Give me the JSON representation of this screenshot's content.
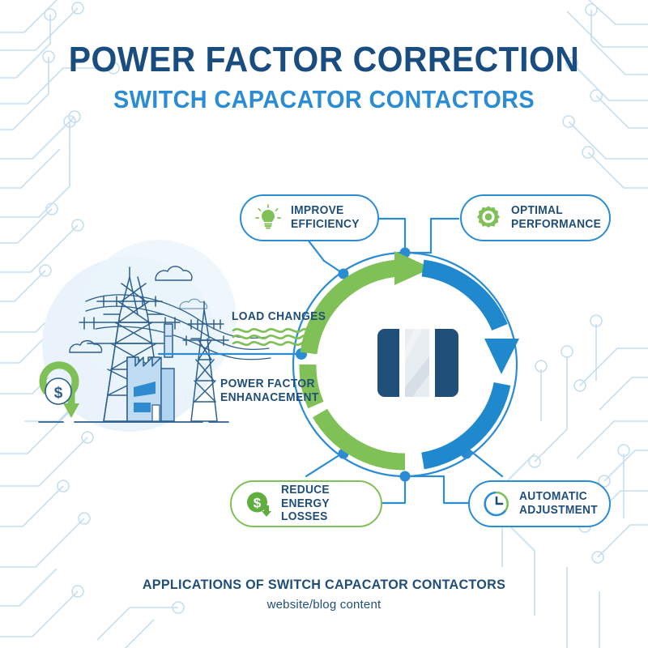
{
  "header": {
    "title": "POWER FACTOR CORRECTION",
    "subtitle": "SWITCH CAPACATOR CONTACTORS"
  },
  "callouts": [
    {
      "id": "improve-efficiency",
      "label": "IMPROVE\nEFFICIENCY",
      "icon": "lightbulb-icon",
      "border_color": "#2B8CD4",
      "icon_color": "#7FC057",
      "position": "top-left"
    },
    {
      "id": "optimal-performance",
      "label": "OPTIMAL\nPERFORMANCE",
      "icon": "gear-icon",
      "border_color": "#2B8CD4",
      "icon_color": "#7FC057",
      "position": "top-right"
    },
    {
      "id": "reduce-energy-losses",
      "label": "REDUCE\nENERGY LOSSES",
      "icon": "dollar-down-arrow-icon",
      "border_color": "#7FC057",
      "icon_color": "#7FC057",
      "position": "bottom-left"
    },
    {
      "id": "automatic-adjustment",
      "label": "AUTOMATIC\nADJUSTMENT",
      "icon": "clock-icon",
      "border_color": "#2B8CD4",
      "icon_color": "#2B8CD4",
      "position": "bottom-right"
    }
  ],
  "side_labels": [
    {
      "id": "load-changes",
      "text": "LOAD CHANGES",
      "icon": "wave-lines-icon",
      "icon_color": "#7FC057"
    },
    {
      "id": "power-factor-enhancement",
      "text": "POWER FACTOR\nENHANACEMENT"
    }
  ],
  "center": {
    "device": "switch-capacitor-contactor",
    "device_color": "#1F4E79",
    "ring": {
      "green_arc_color": "#7FC057",
      "blue_arc_color": "#2089CE",
      "outline_color": "#2B8CD4",
      "green_arrow_direction": "clockwise-top",
      "blue_arrow_direction": "clockwise-right"
    }
  },
  "illustration": {
    "id": "power-grid-illustration",
    "elements": [
      "transmission-tower",
      "transmission-tower-small",
      "factory",
      "smokestack",
      "cloud",
      "power-lines",
      "dollar-savings-icon"
    ],
    "line_color": "#2C5F8D",
    "accent_color": "#7FC057"
  },
  "background": {
    "pattern": "circuit-traces",
    "trace_color": "#BBD9EE",
    "page_color": "#FFFFFF"
  },
  "footer": {
    "title": "APPLICATIONS OF SWITCH CAPACATOR CONTACTORS",
    "subtitle": "website/blog content"
  }
}
